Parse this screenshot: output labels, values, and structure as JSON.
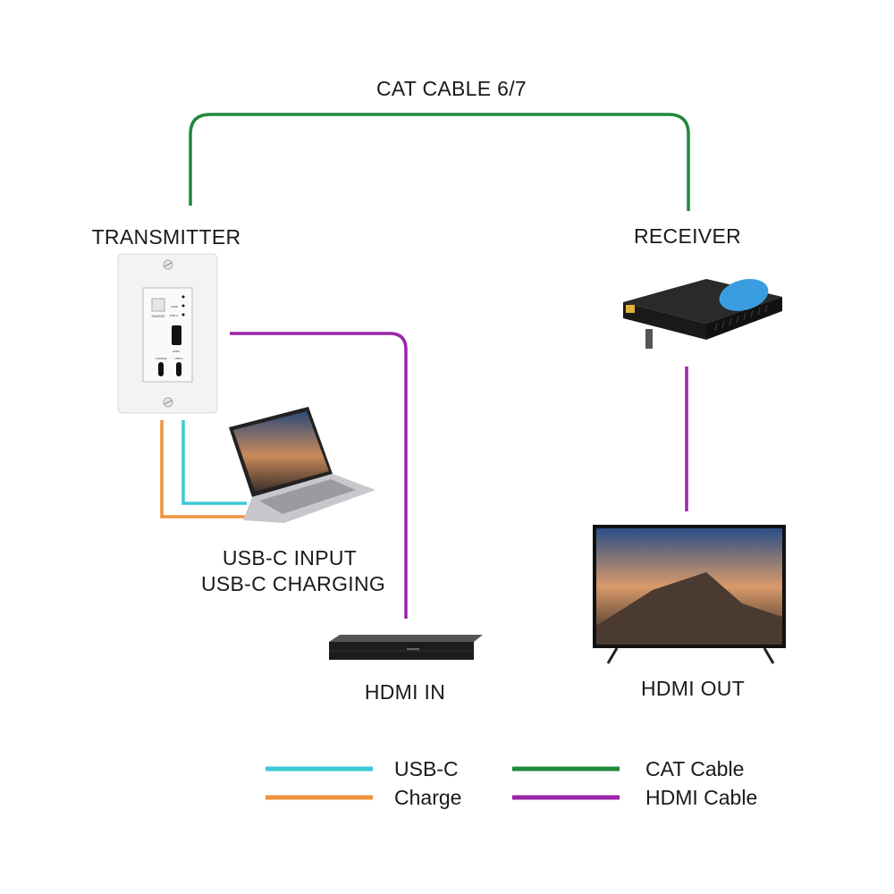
{
  "labels": {
    "cat_cable": "CAT CABLE 6/7",
    "transmitter": "TRANSMITTER",
    "receiver": "RECEIVER",
    "usbc_input": "USB-C INPUT",
    "usbc_charging": "USB-C CHARGING",
    "hdmi_in": "HDMI IN",
    "hdmi_out": "HDMI OUT"
  },
  "wall_plate_lettering": [
    "SOURCE",
    "HDMI",
    "USB-C",
    "HDMI",
    "CHARGE",
    "USB-C"
  ],
  "legend": [
    {
      "label": "USB-C",
      "color": "#3cc8d4"
    },
    {
      "label": "Charge",
      "color": "#f0923c"
    },
    {
      "label": "CAT Cable",
      "color": "#1f8a3a"
    },
    {
      "label": "HDMI Cable",
      "color": "#9b24a8"
    }
  ],
  "colors": {
    "usbc": "#3cc8d4",
    "charge": "#f0923c",
    "cat": "#1f8a3a",
    "hdmi": "#9b24a8",
    "receiver_accent": "#3a9de0"
  }
}
